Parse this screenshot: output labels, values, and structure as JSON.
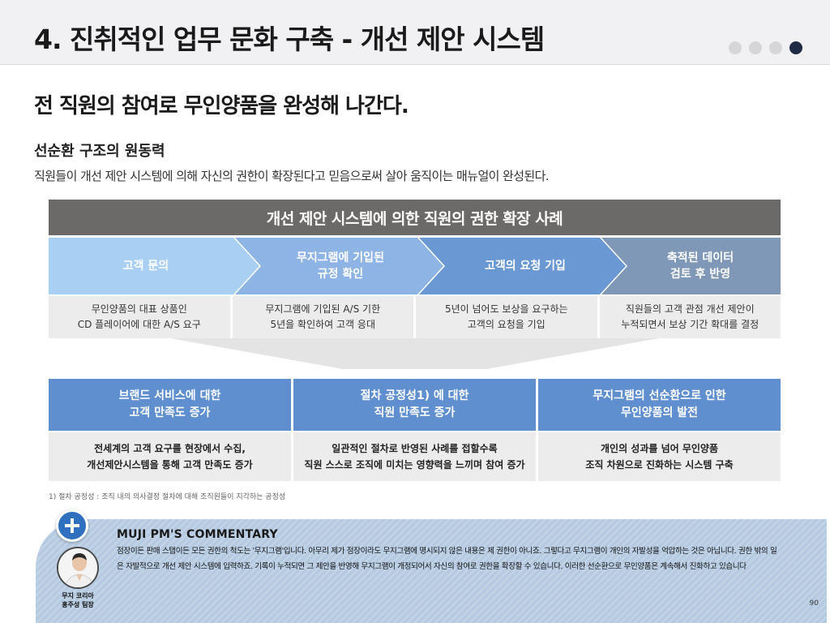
{
  "header": {
    "title": "4. 진취적인 업무 문화 구축 - 개선 제안 시스템",
    "dots": [
      false,
      false,
      false,
      true
    ]
  },
  "headline": "전 직원의 참여로 무인양품을 완성해 나간다.",
  "subheadline": "선순환 구조의 원동력",
  "description": "직원들이 개선 제안 시스템에 의해 자신의 권한이 확장된다고 믿음으로써 살아 움직이는 매뉴얼이 완성된다.",
  "banner": "개선 제안 시스템에 의한 직원의 권한 확장 사례",
  "steps": [
    {
      "label": "고객 문의",
      "color": "#a9cff2",
      "desc": "무인양품의 대표 상품인\nCD 플레이어에 대한 A/S 요구"
    },
    {
      "label": "무지그램에 기입된\n규정 확인",
      "color": "#8eb4e6",
      "desc": "무지그램에 기입된 A/S 기한\n5년을 확인하여 고객 응대"
    },
    {
      "label": "고객의 요청 기입",
      "color": "#6998d2",
      "desc": "5년이 넘어도 보상을 요구하는\n고객의 요청을 기입"
    },
    {
      "label": "축적된 데이터\n검토 후 반영",
      "color": "#7f98b8",
      "desc": "직원들의 고객 관점 개선 제안이\n누적되면서 보상 기간 확대를 결정"
    }
  ],
  "results": [
    {
      "label": "브랜드 서비스에 대한\n고객 만족도 증가",
      "desc": "전세계의 고객 요구를 현장에서 수집,\n개선제안시스템을 통해 고객 만족도 증가"
    },
    {
      "label": "절차 공정성1) 에 대한\n직원 만족도 증가",
      "desc": "일관적인 절차로 반영된 사례를 접할수록\n직원 스스로 조직에 미치는 영향력을 느끼며 참여 증가"
    },
    {
      "label": "무지그램의 선순환으로 인한\n무인양품의 발전",
      "desc": "개인의 성과를 넘어 무인양품\n조직 차원으로 진화하는 시스템 구축"
    }
  ],
  "footnote": "1) 절차 공정성 : 조직 내의 의사결정 절차에 대해 조직원들이 지각하는 공정성",
  "commentary": {
    "title": "MUJI PM'S COMMENTARY",
    "text": "점장이든 판매 스탭이든 모든 권한의 척도는 '무지그램'입니다. 아무리 제가 점장이라도 무지그램에 명시되지 않은 내용은 제 권한이 아니죠. 그렇다고 무지그램이 개인의 자발성을 억압하는 것은 아닙니다. 권한 밖의 일은 자발적으로 개선 제안 시스템에 입력하죠. 기록이 누적되면 그 제안을 반영해 무지그램이 개정되어서 자신의 참여로 권한을 확장할 수 있습니다. 이러한 선순환으로 무인양품은 계속해서 진화하고 있습니다",
    "person": "무지 코리아\n홍주성 팀장"
  },
  "page_number": "90",
  "colors": {
    "banner": "#6b6a68",
    "result": "#5f8fce",
    "commentary_bg": "#b6cbe2",
    "plus": "#2f6fc0",
    "active_dot": "#1f2a44"
  }
}
